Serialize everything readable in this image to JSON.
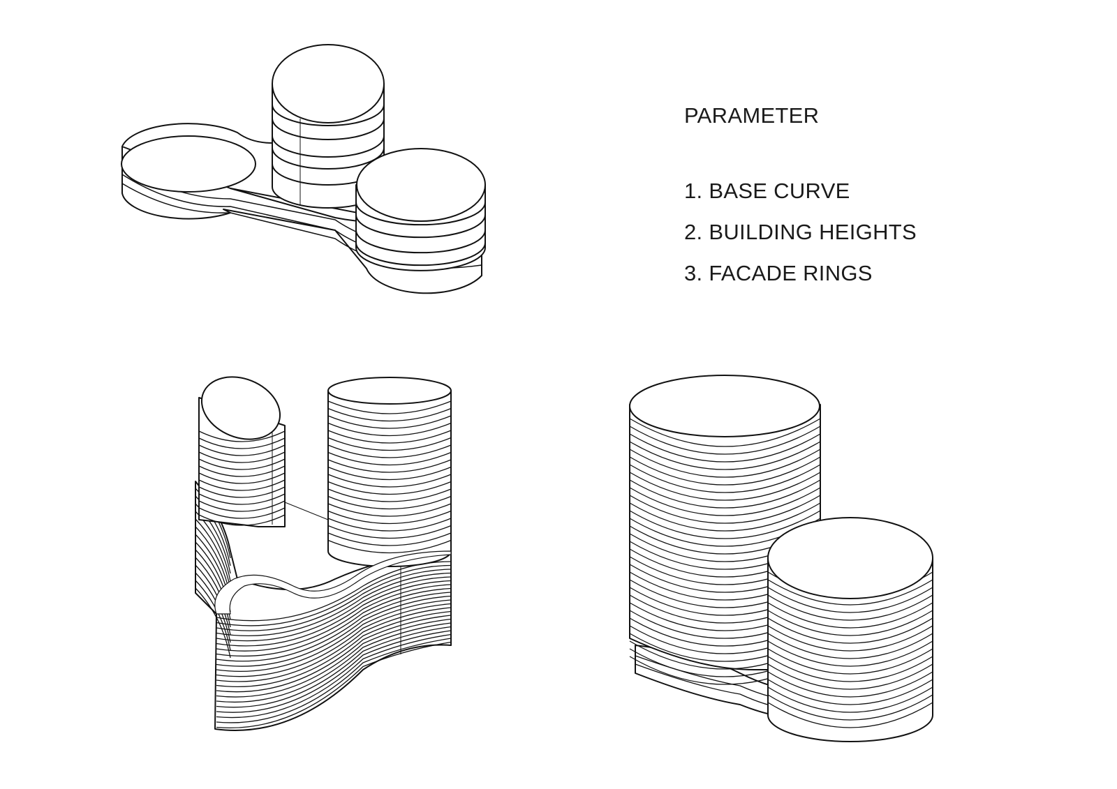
{
  "legend": {
    "title": "PARAMETER",
    "items": [
      "1. BASE CURVE",
      "2. BUILDING HEIGHTS",
      "3. FACADE RINGS"
    ]
  },
  "style": {
    "line_color": "#111111",
    "fill_color": "#ffffff",
    "background_color": "#ffffff"
  }
}
